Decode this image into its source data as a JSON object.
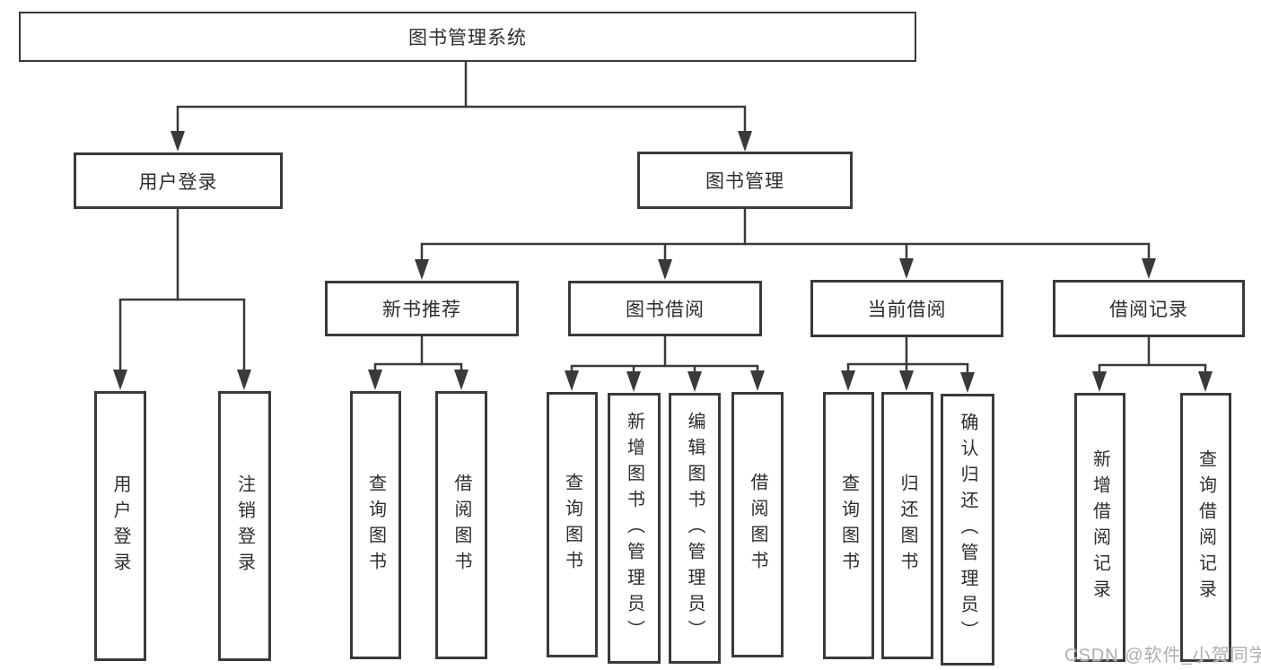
{
  "diagram": {
    "root": {
      "label": "图书管理系统"
    },
    "level1": [
      {
        "id": "user-login",
        "label": "用户登录"
      },
      {
        "id": "book-management",
        "label": "图书管理"
      }
    ],
    "level2": [
      {
        "id": "new-book-recommend",
        "label": "新书推荐"
      },
      {
        "id": "book-borrow",
        "label": "图书借阅"
      },
      {
        "id": "current-borrow",
        "label": "当前借阅"
      },
      {
        "id": "borrow-records",
        "label": "借阅记录"
      }
    ],
    "leaves": [
      {
        "id": "user-login-action",
        "label": "用户登录"
      },
      {
        "id": "logout-action",
        "label": "注销登录"
      },
      {
        "id": "query-books-recommend",
        "label": "查询图书"
      },
      {
        "id": "borrow-book-recommend",
        "label": "借阅图书"
      },
      {
        "id": "query-books-borrow",
        "label": "查询图书"
      },
      {
        "id": "add-book-admin",
        "label": "新增图书（管理员）"
      },
      {
        "id": "edit-book-admin",
        "label": "编辑图书（管理员）"
      },
      {
        "id": "borrow-book-borrow",
        "label": "借阅图书"
      },
      {
        "id": "query-books-current",
        "label": "查询图书"
      },
      {
        "id": "return-book",
        "label": "归还图书"
      },
      {
        "id": "confirm-return-admin",
        "label": "确认归还（管理员）"
      },
      {
        "id": "add-borrow-record",
        "label": "新增借阅记录"
      },
      {
        "id": "query-borrow-record",
        "label": "查询借阅记录"
      }
    ],
    "watermark": "CSDN @软件_小贺同学",
    "colors": {
      "line": "#3a3a3a",
      "text": "#2d2d2d",
      "watermark": "#aeaeae",
      "background": "#ffffff"
    }
  }
}
